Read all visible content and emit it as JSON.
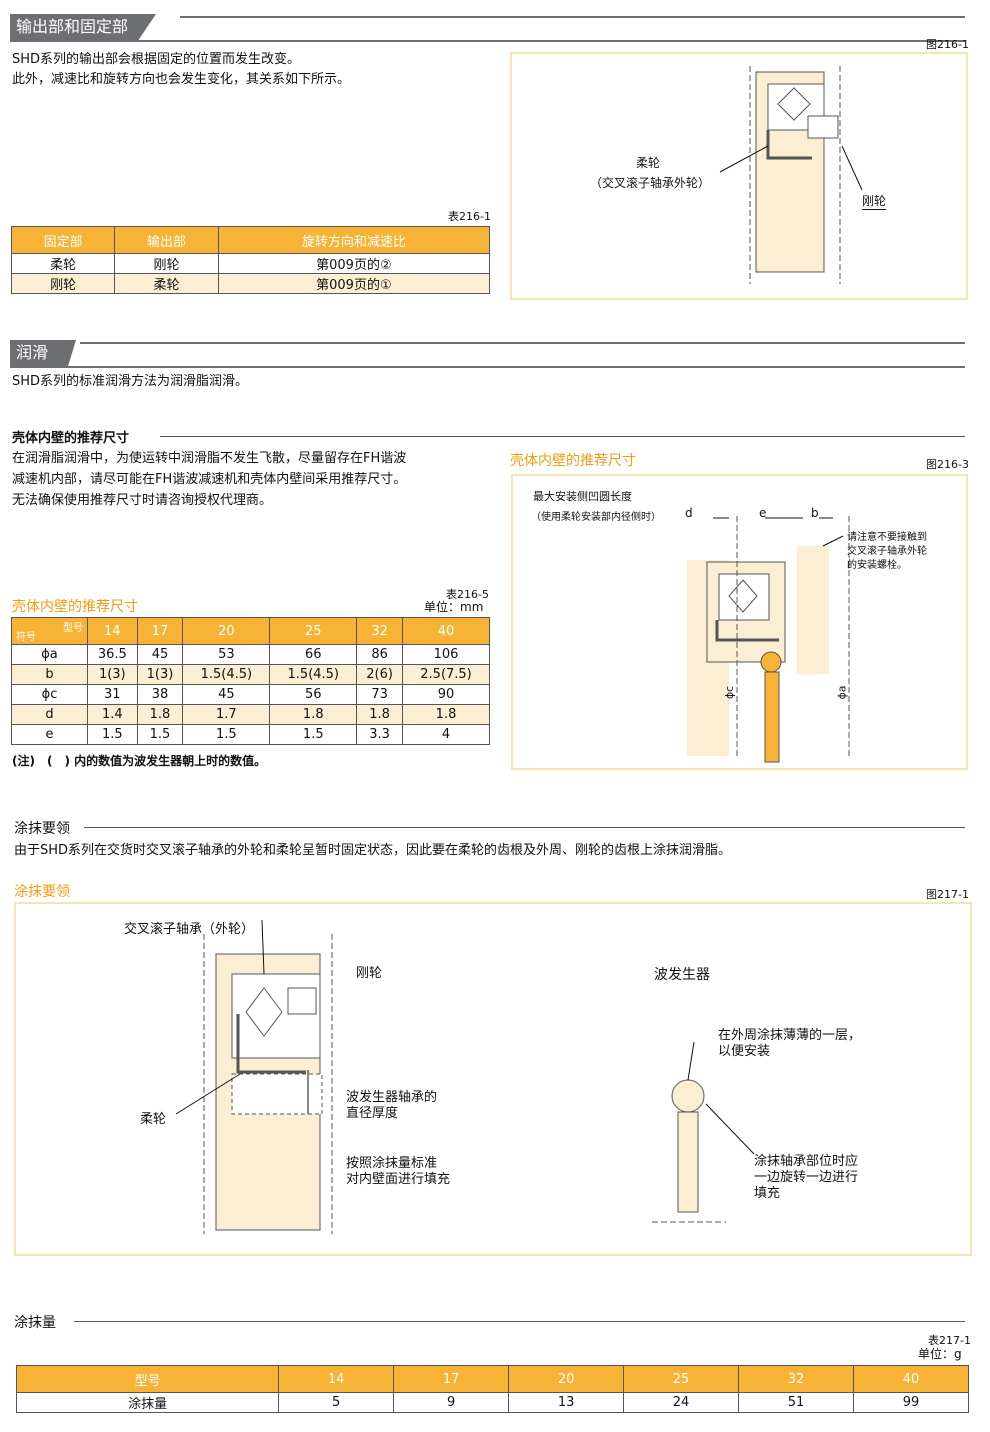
{
  "section1": {
    "title": "输出部和固定部",
    "para1": "SHD系列的输出部会根据固定的位置而发生改变。",
    "para2": "此外，减速比和旋转方向也会发生变化，其关系如下所示。",
    "fig_label": "图216-1",
    "fig_flexspline": "柔轮",
    "fig_flexspline_note": "（交叉滚子轴承外轮）",
    "fig_circular": "刚轮",
    "table_label": "表216-1",
    "table_headers": [
      "固定部",
      "输出部",
      "旋转方向和减速比"
    ],
    "table_rows": [
      [
        "柔轮",
        "刚轮",
        "第009页的②"
      ],
      [
        "刚轮",
        "柔轮",
        "第009页的①"
      ]
    ]
  },
  "section2": {
    "title": "润滑",
    "para": "SHD系列的标准润滑方法为润滑脂润滑。",
    "sub_title": "壳体内壁的推荐尺寸",
    "desc1": "在润滑脂润滑中，为使运转中润滑脂不发生飞散，尽量留存在FH谐波",
    "desc2": "减速机内部，请尽可能在FH谐波减速机和壳体内壁间采用推荐尺寸。",
    "desc3": "无法确保使用推荐尺寸时请咨询授权代理商。",
    "fig_title": "壳体内壁的推荐尺寸",
    "fig_label": "图216-3",
    "fig_max": "最大安装侧凹圆长度",
    "fig_max_note": "（使用柔轮安装部内径侧时）",
    "fig_d": "d",
    "fig_e": "e",
    "fig_b": "b",
    "fig_note1": "请注意不要接触到",
    "fig_note2": "交叉滚子轴承外轮",
    "fig_note3": "的安装螺栓。",
    "fig_phic": "ϕc",
    "fig_phia": "ϕa",
    "table_title": "壳体内壁的推荐尺寸",
    "table_label": "表216-5",
    "table_unit": "单位：mm",
    "table_corner_top": "型号",
    "table_corner_bottom": "符号",
    "table_models": [
      "14",
      "17",
      "20",
      "25",
      "32",
      "40"
    ],
    "table_rows": [
      {
        "sym": "ϕa",
        "vals": [
          "36.5",
          "45",
          "53",
          "66",
          "86",
          "106"
        ]
      },
      {
        "sym": "b",
        "vals": [
          "1(3)",
          "1(3)",
          "1.5(4.5)",
          "1.5(4.5)",
          "2(6)",
          "2.5(7.5)"
        ]
      },
      {
        "sym": "ϕc",
        "vals": [
          "31",
          "38",
          "45",
          "56",
          "73",
          "90"
        ]
      },
      {
        "sym": "d",
        "vals": [
          "1.4",
          "1.8",
          "1.7",
          "1.8",
          "1.8",
          "1.8"
        ]
      },
      {
        "sym": "e",
        "vals": [
          "1.5",
          "1.5",
          "1.5",
          "1.5",
          "3.3",
          "4"
        ]
      }
    ],
    "note": "(注)　(　) 内的数值为波发生器朝上时的数值。"
  },
  "section3": {
    "sub_title": "涂抹要领",
    "desc": "由于SHD系列在交货时交叉滚子轴承的外轮和柔轮呈暂时固定状态，因此要在柔轮的齿根及外周、刚轮的齿根上涂抹润滑脂。",
    "fig_title": "涂抹要领",
    "fig_label": "图217-1",
    "fig_bearing": "交叉滚子轴承（外轮）",
    "fig_circular": "刚轮",
    "fig_flex": "柔轮",
    "fig_wg_thick1": "波发生器轴承的",
    "fig_wg_thick2": "直径厚度",
    "fig_fill1": "按照涂抹量标准",
    "fig_fill2": "对内壁面进行填充",
    "fig_wg": "波发生器",
    "fig_thin1": "在外周涂抹薄薄的一层，",
    "fig_thin2": "以便安装",
    "fig_rot1": "涂抹轴承部位时应",
    "fig_rot2": "一边旋转一边进行",
    "fig_rot3": "填充"
  },
  "section4": {
    "sub_title": "涂抹量",
    "table_label": "表217-1",
    "table_unit": "单位：g",
    "header_first": "型号",
    "models": [
      "14",
      "17",
      "20",
      "25",
      "32",
      "40"
    ],
    "row_label": "涂抹量",
    "values": [
      "5",
      "9",
      "13",
      "24",
      "51",
      "99"
    ]
  },
  "colors": {
    "accent": "#f6b335",
    "orange_text": "#f39c12",
    "header_gray": "#6d6e71",
    "cream": "#fbeed3"
  }
}
